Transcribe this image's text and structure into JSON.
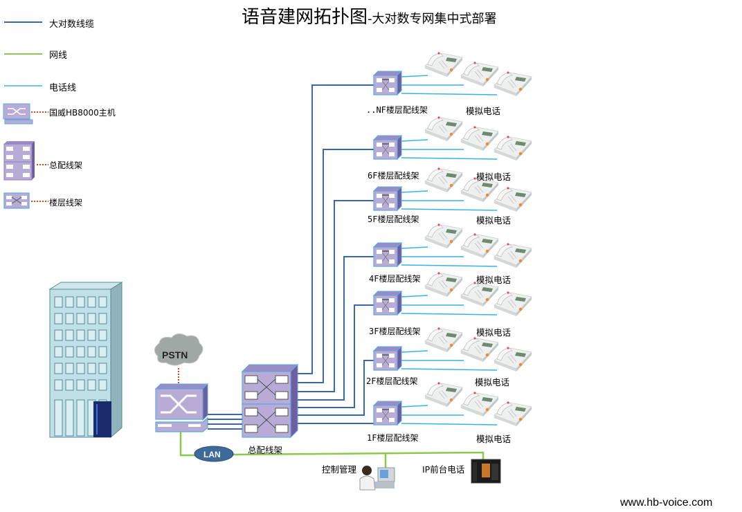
{
  "title": {
    "main": "语音建网拓扑图",
    "sub": "-大对数专网集中式部署"
  },
  "legend": {
    "lines": [
      {
        "label": "大对数线缆",
        "color": "#3a67a8",
        "kind": "trunk-cable"
      },
      {
        "label": "网线",
        "color": "#8cc84b",
        "kind": "network-cable"
      },
      {
        "label": "电话线",
        "color": "#35b3e6",
        "kind": "phone-line"
      }
    ],
    "devices": [
      {
        "label": "国威HB8000主机",
        "icon": "pbx-host-icon"
      },
      {
        "label": "总配线架",
        "icon": "main-distribution-frame-icon"
      },
      {
        "label": "楼层线架",
        "icon": "floor-frame-icon"
      }
    ]
  },
  "floors": [
    {
      "frame_label": "..NF楼层配线架",
      "phones_label": "模拟电话"
    },
    {
      "frame_label": "6F楼层配线架",
      "phones_label": "模拟电话"
    },
    {
      "frame_label": "5F楼层配线架",
      "phones_label": "模拟电话"
    },
    {
      "frame_label": "4F楼层配线架",
      "phones_label": "模拟电话"
    },
    {
      "frame_label": "3F楼层配线架",
      "phones_label": "模拟电话"
    },
    {
      "frame_label": "2F楼层配线架",
      "phones_label": "模拟电话"
    },
    {
      "frame_label": "1F楼层配线架",
      "phones_label": "模拟电话"
    }
  ],
  "nodes": {
    "pstn": "PSTN",
    "lan": "LAN",
    "main_frame": "总配线架",
    "control": "控制管理",
    "ip_phone": "IP前台电话"
  },
  "footer": {
    "url": "www.hb-voice.com"
  },
  "colors": {
    "trunk": "#3a67a8",
    "network": "#8cc84b",
    "phone": "#35b3e6",
    "device_face": "#b8acd6",
    "device_side": "#7a68a8",
    "device_border": "#5aa8e0",
    "dotted": "#e0401a",
    "building": "#bfe0e6"
  }
}
